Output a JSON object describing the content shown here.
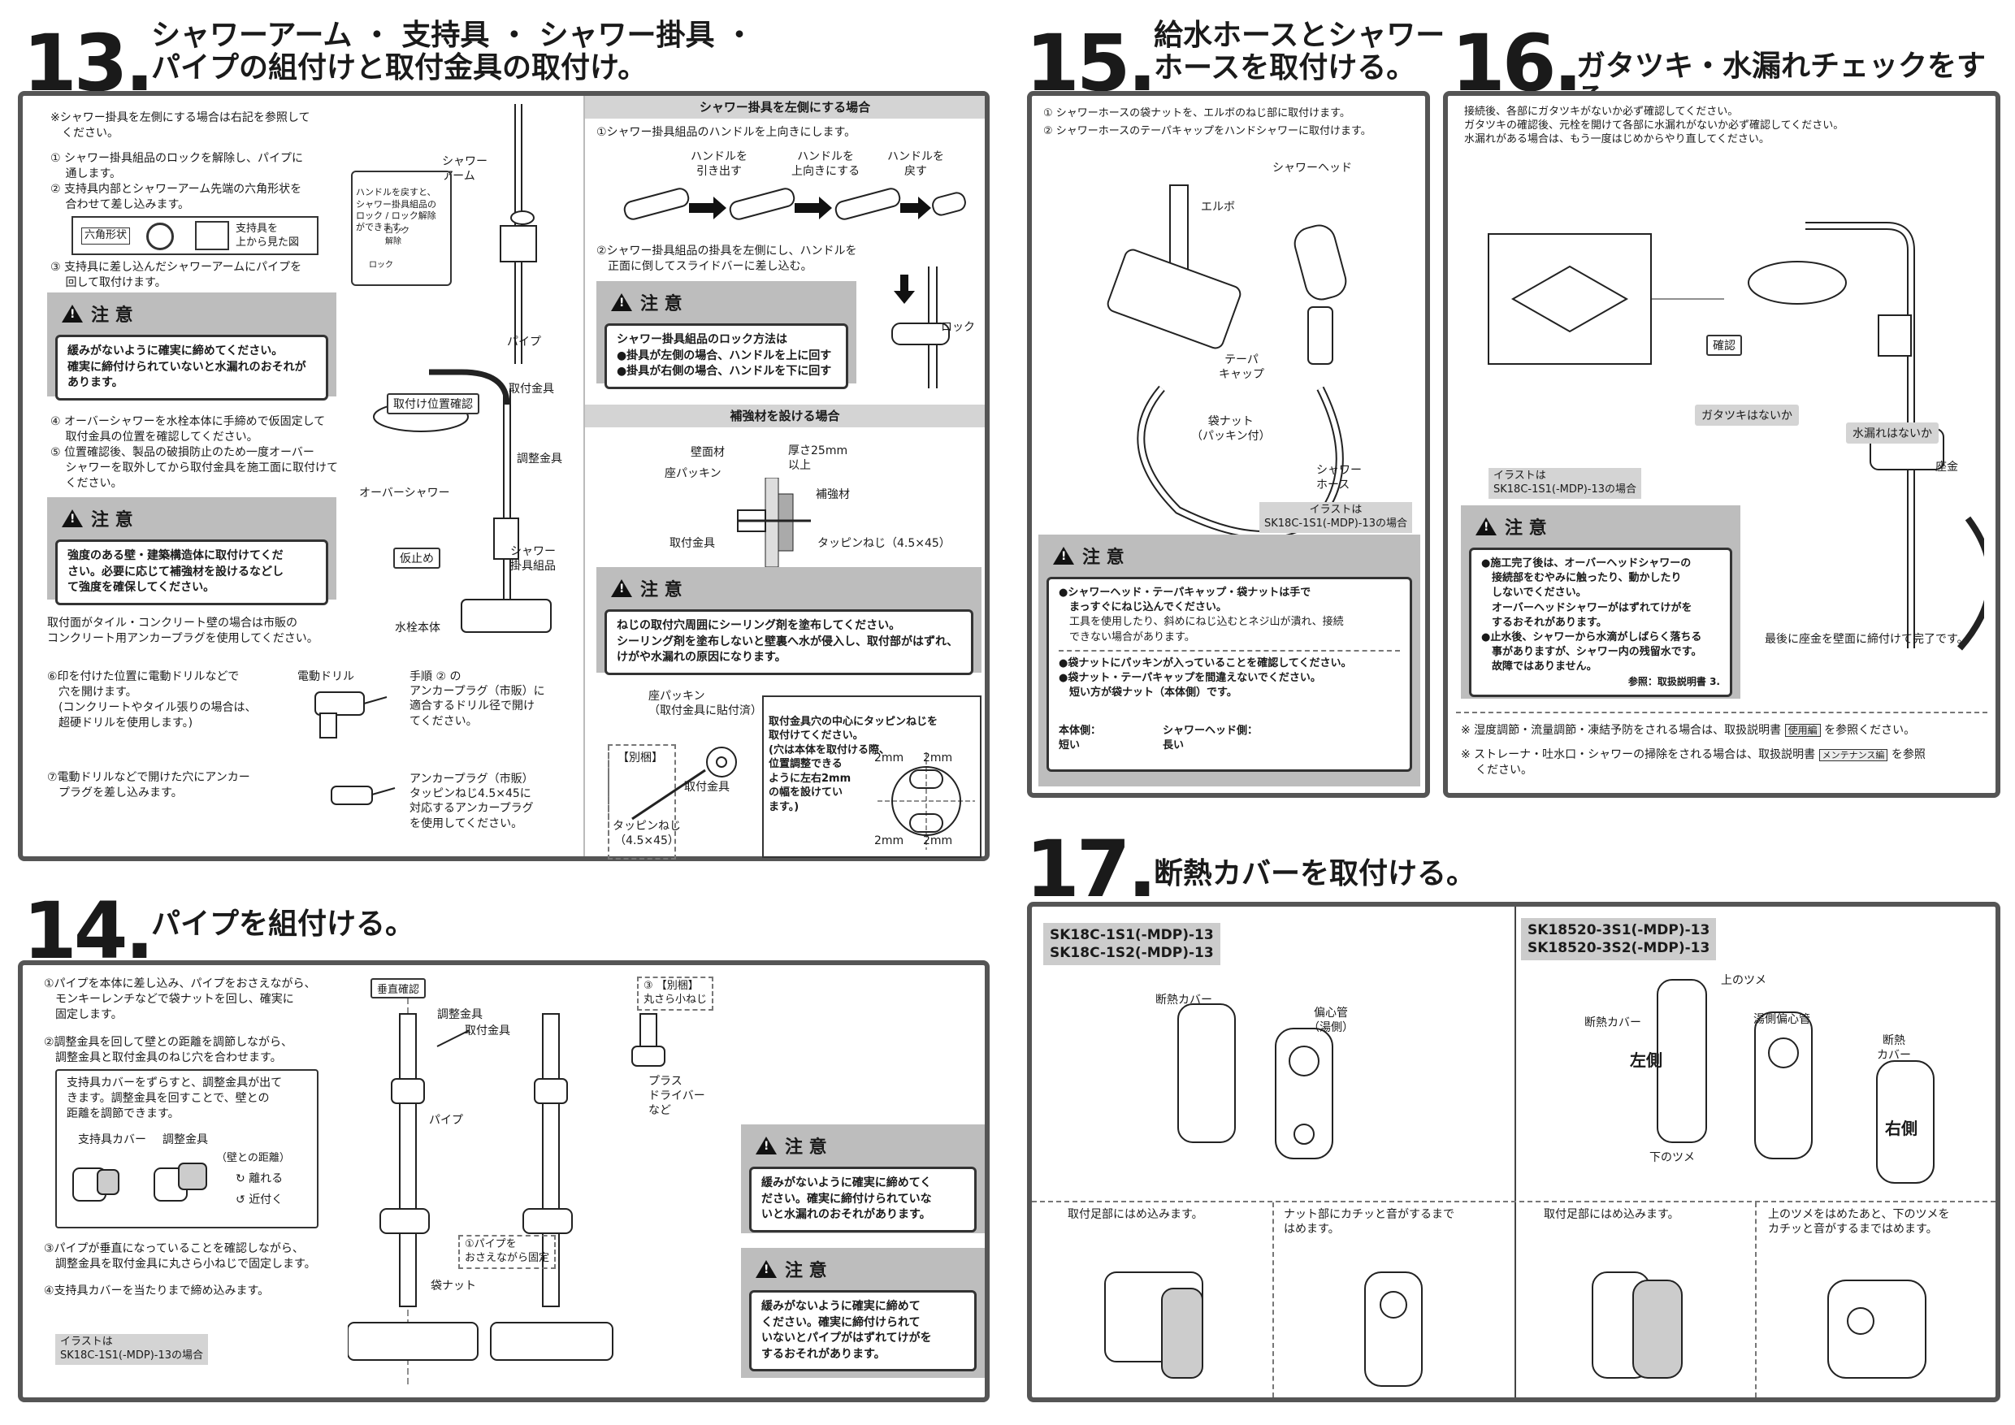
{
  "s13": {
    "num": "13.",
    "title_l1": "シャワーアーム ・ 支持具 ・ シャワー掛具 ・",
    "title_l2": "パイプの組付けと取付金具の取付け。",
    "note_left": "※シャワー掛具を左側にする場合は右記を参照して\n　ください。",
    "step1": "① シャワー掛具組品のロックを解除し、パイプに\n　 通します。",
    "step2": "② 支持具内部とシャワーアーム先端の六角形状を\n　 合わせて差し込みます。",
    "hex_label": "六角形状",
    "top_view": "支持具を\n上から見た図",
    "step3": "③ 支持具に差し込んだシャワーアームにパイプを\n　 回して取付けます。",
    "caution1_head": "注 意",
    "caution1_body": "緩みがないように確実に締めてください。\n確実に締付けられていないと水漏れのおそれが\nあります。",
    "step4": "④ オーバーシャワーを水栓本体に手締めで仮固定して\n　 取付金具の位置を確認してください。",
    "step5": "⑤ 位置確認後、製品の破損防止のため一度オーバー\n　 シャワーを取外してから取付金具を施工面に取付けて\n　 ください。",
    "caution2_head": "注 意",
    "caution2_body": "強度のある壁・建築構造体に取付けてくだ\nさい。必要に応じて補強材を設けるなどし\nて強度を確保してください。",
    "tile_note": "取付面がタイル・コンクリート壁の場合は市販の\nコンクリート用アンカープラグを使用してください。",
    "step6": "⑥印を付けた位置に電動ドリルなどで\n　穴を開けます。\n　(コンクリートやタイル張りの場合は、\n　超硬ドリルを使用します。)",
    "step7": "⑦電動ドリルなどで開けた穴にアンカー\n　プラグを差し込みます。",
    "lbl_arm": "シャワー\nアーム",
    "lbl_handle": "ハンドルを戻すと、\nシャワー掛具組品の\nロック / ロック解除\nができます。",
    "lbl_lockrel": "ロック\n解除",
    "lbl_lock": "ロック",
    "lbl_pipe": "パイプ",
    "lbl_mount_check": "取付け位置確認",
    "lbl_fitting": "取付金具",
    "lbl_adjust": "調整金具",
    "lbl_overshower": "オーバーシャワー",
    "lbl_temp": "仮止め",
    "lbl_hanger": "シャワー\n掛具組品",
    "lbl_body": "水栓本体",
    "lbl_drill": "電動ドリル",
    "lbl_drill_note": "手順 ② の\nアンカープラグ（市販）に\n適合するドリル径で開け\nてください。",
    "lbl_anchor": "アンカープラグ（市販）\nタッピンねじ4.5×45に\n対応するアンカープラグ\nを使用してください。",
    "left_band": "シャワー掛具を左側にする場合",
    "left1": "①シャワー掛具組品のハンドルを上向きにします。",
    "h_pull": "ハンドルを\n引き出す",
    "h_up": "ハンドルを\n上向きにする",
    "h_back": "ハンドルを\n戻す",
    "left2": "②シャワー掛具組品の掛具を左側にし、ハンドルを\n　正面に倒してスライドバーに差し込む。",
    "caution3_head": "注 意",
    "caution3_body": "シャワー掛具組品のロック方法は\n●掛具が左側の場合、ハンドルを上に回す\n●掛具が右側の場合、ハンドルを下に回す",
    "lbl_lock2": "ロック",
    "reinf_band": "補強材を設ける場合",
    "lbl_wall": "壁面材",
    "lbl_thick": "厚さ25mm\n以上",
    "lbl_seat": "座パッキン",
    "lbl_reinf": "補強材",
    "lbl_fit2": "取付金具",
    "lbl_screw": "タッピンねじ（4.5×45）",
    "caution4_head": "注 意",
    "caution4_body": "ねじの取付穴周囲にシーリング剤を塗布してください。\nシーリング剤を塗布しないと壁裏へ水が侵入し、取付部がはずれ、\nけがや水漏れの原因になります。",
    "lbl_seat2": "座パッキン\n（取付金具に貼付済）",
    "lbl_sep": "【別梱】",
    "lbl_fit3": "取付金具",
    "lbl_screw2": "タッピンねじ\n（4.5×45）",
    "center_note": "取付金具穴の中心にタッピンねじを\n取付けてください。\n(穴は本体を取付ける際、\n位置調整できる\nように左右2mm\nの幅を設けてい\nます。)",
    "mm": "2mm"
  },
  "s14": {
    "num": "14.",
    "title": "パイプを組付ける。",
    "step1": "①パイプを本体に差し込み、パイプをおさえながら、\n　モンキーレンチなどで袋ナットを回し、確実に\n　固定します。",
    "step2": "②調整金具を回して壁との距離を調節しながら、\n　調整金具と取付金具のねじ穴を合わせます。",
    "box_text": "支持具カバーをずらすと、調整金具が出て\nきます。調整金具を回すことで、壁との\n距離を調節できます。",
    "lbl_cover": "支持具カバー",
    "lbl_adjust": "調整金具",
    "lbl_dist": "（壁との距離）",
    "lbl_far": "離れる",
    "lbl_near": "近付く",
    "step3": "③パイプが垂直になっていることを確認しながら、\n　調整金具を取付金具に丸さら小ねじで固定します。",
    "step4": "④支持具カバーを当たりまで締め込みます。",
    "illust_note": "イラストは\nSK18C-1S1(-MDP)-13の場合",
    "lbl_vert": "垂直確認",
    "lbl_adj2": "調整金具",
    "lbl_fit": "取付金具",
    "lbl_pipe": "パイプ",
    "lbl_screw": "③ 【別梱】\n丸さら小ねじ",
    "lbl_driver": "プラス\nドライバー\nなど",
    "lbl_hold": "①パイプを\nおさえながら固定",
    "lbl_nut": "袋ナット",
    "caution1_head": "注 意",
    "caution1_body": "緩みがないように確実に締めてく\nださい。確実に締付けられていな\nいと水漏れのおそれがあります。",
    "caution2_head": "注 意",
    "caution2_body": "緩みがないように確実に締めて\nください。確実に締付けられて\nいないとパイプがはずれてけがを\nするおそれがあります。"
  },
  "s15": {
    "num": "15.",
    "title_l1": "給水ホースとシャワー",
    "title_l2": "ホースを取付ける。",
    "step1": "① シャワーホースの袋ナットを、エルボのねじ部に取付けます。",
    "step2": "② シャワーホースのテーパキャップをハンドシャワーに取付けます。",
    "lbl_head": "シャワーヘッド",
    "lbl_elbow": "エルボ",
    "lbl_taper": "テーパ\nキャップ",
    "lbl_nut": "袋ナット\n（パッキン付）",
    "lbl_hose": "シャワー\nホース",
    "illust_note": "イラストは\nSK18C-1S1(-MDP)-13の場合",
    "caution_head": "注 意",
    "caution_b1": "●シャワーヘッド・テーパキャップ・袋ナットは手で\n　まっすぐにねじ込んでください。",
    "caution_b1n": "　工具を使用したり、斜めにねじ込むとネジ山が潰れ、接続\n　できない場合があります。",
    "caution_b2": "●袋ナットにパッキンが入っていることを確認してください。\n●袋ナット・テーパキャップを間違えないでください。\n　短い方が袋ナット（本体側）です。",
    "lbl_body_side": "本体側：\n短い",
    "lbl_head_side": "シャワーヘッド側：\n長い"
  },
  "s16": {
    "num": "16.",
    "title": "ガタツキ・水漏れチェックをする。",
    "intro": "接続後、各部にガタツキがないか必ず確認してください。\nガタツキの確認後、元栓を開けて各部に水漏れがないか必ず確認してください。\n水漏れがある場合は、もう一度はじめからやり直してください。",
    "lbl_confirm": "確認",
    "lbl_wobble": "ガタツキはないか",
    "lbl_leak": "水漏れはないか",
    "lbl_seat": "座金",
    "illust_note": "イラストは\nSK18C-1S1(-MDP)-13の場合",
    "caution_head": "注 意",
    "caution_body": "●施工完了後は、オーバーヘッドシャワーの\n　接続部をむやみに触ったり、動かしたり\n　しないでください。\n　オーバーヘッドシャワーがはずれてけがを\n　するおそれがあります。\n●止水後、シャワーから水滴がしばらく落ちる\n　事がありますが、シャワー内の残留水です。\n　故障ではありません。",
    "caution_ref": "参照：取扱説明書 3.",
    "final": "最後に座金を壁面に締付けて完了です。",
    "note1": "※ 湿度調節・流量調節・凍結予防をされる場合は、取扱説明書",
    "note1_tag": "使用編",
    "note1_end": "を参照ください。",
    "note2": "※ ストレーナ・吐水口・シャワーの掃除をされる場合は、取扱説明書",
    "note2_tag": "メンテナンス編",
    "note2_end": "を参照",
    "note2_cont": "ください。"
  },
  "s17": {
    "num": "17.",
    "title": "断熱カバーを取付ける。",
    "model_a": "SK18C-1S1(-MDP)-13\nSK18C-1S2(-MDP)-13",
    "model_b": "SK18520-3S1(-MDP)-13\nSK18520-3S2(-MDP)-13",
    "a_cover": "断熱カバー",
    "a_pipe": "偏心管\n（湯側）",
    "b_top": "上のツメ",
    "b_cover": "断熱カバー",
    "b_pipe": "湯側偏心管",
    "b_cover2": "断熱\nカバー",
    "b_left": "左側",
    "b_right": "右側",
    "b_bottom": "下のツメ",
    "a_step1": "取付足部にはめ込みます。",
    "a_step2": "ナット部にカチッと音がするまで\nはめます。",
    "b_step1": "取付足部にはめ込みます。",
    "b_step2": "上のツメをはめたあと、下のツメを\nカチッと音がするまではめます。"
  }
}
